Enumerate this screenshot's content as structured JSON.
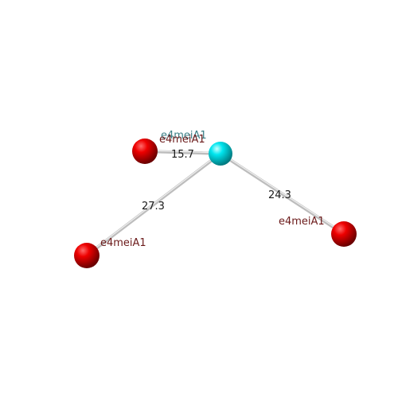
{
  "atoms": [
    {
      "label": "e4meiA1",
      "color": "#e00000"
    },
    {
      "label": "e4meiA1",
      "color": "#00d8e0"
    },
    {
      "label": "e4meiA1",
      "color": "#e00000"
    },
    {
      "label": "e4meiA1",
      "color": "#e00000"
    }
  ],
  "bonds": [
    {
      "distance": "15.7"
    },
    {
      "distance": "27.3"
    },
    {
      "distance": "24.3"
    }
  ],
  "colors": {
    "label_dark_red": "#6b1a1a",
    "label_teal": "#3b7f86",
    "distance_text": "#1a1a1a",
    "bond": "#c8c8c8"
  }
}
